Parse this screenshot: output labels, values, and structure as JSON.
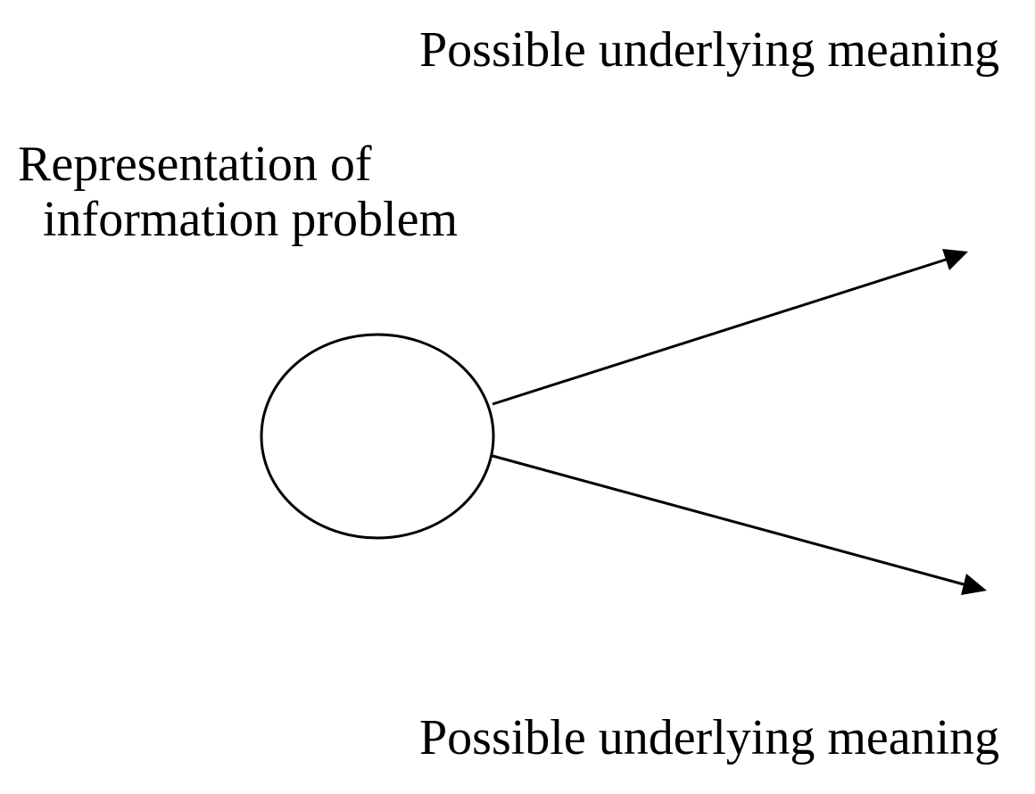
{
  "diagram": {
    "source_label": [
      "Representation of",
      "information problem"
    ],
    "target_top_label": "Possible underlying meaning",
    "target_bottom_label": "Possible underlying meaning",
    "colors": {
      "stroke": "#000000",
      "background": "#ffffff"
    }
  }
}
